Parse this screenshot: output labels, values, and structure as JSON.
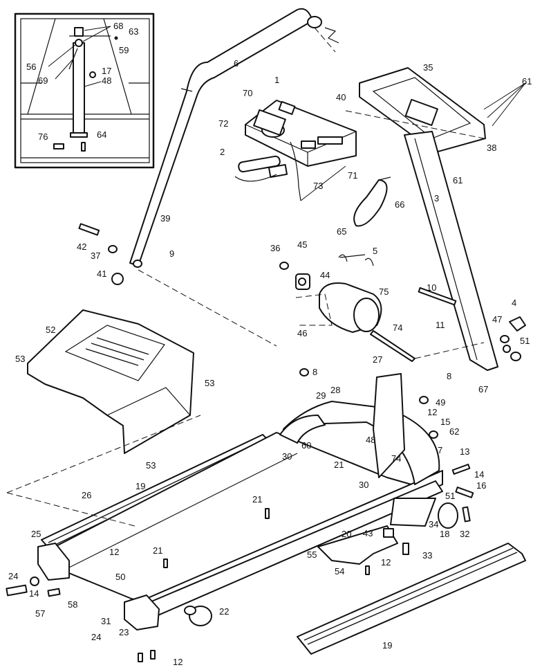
{
  "labels": {
    "inset": [
      "68",
      "63",
      "59",
      "56",
      "69",
      "17",
      "48",
      "76",
      "64"
    ],
    "main": [
      "6",
      "35",
      "61",
      "1",
      "40",
      "70",
      "72",
      "71",
      "38",
      "2",
      "73",
      "61",
      "66",
      "3",
      "65",
      "39",
      "36",
      "45",
      "5",
      "44",
      "75",
      "74",
      "10",
      "4",
      "11",
      "47",
      "51",
      "9",
      "42",
      "37",
      "41",
      "52",
      "53",
      "46",
      "8",
      "27",
      "8",
      "67",
      "53",
      "28",
      "29",
      "49",
      "12",
      "15",
      "62",
      "60",
      "30",
      "48",
      "7",
      "13",
      "14",
      "21",
      "30",
      "74",
      "16",
      "53",
      "19",
      "26",
      "21",
      "51",
      "34",
      "18",
      "32",
      "20",
      "43",
      "33",
      "55",
      "25",
      "12",
      "21",
      "54",
      "12",
      "24",
      "14",
      "50",
      "57",
      "58",
      "31",
      "22",
      "24",
      "23",
      "12",
      "19"
    ]
  }
}
